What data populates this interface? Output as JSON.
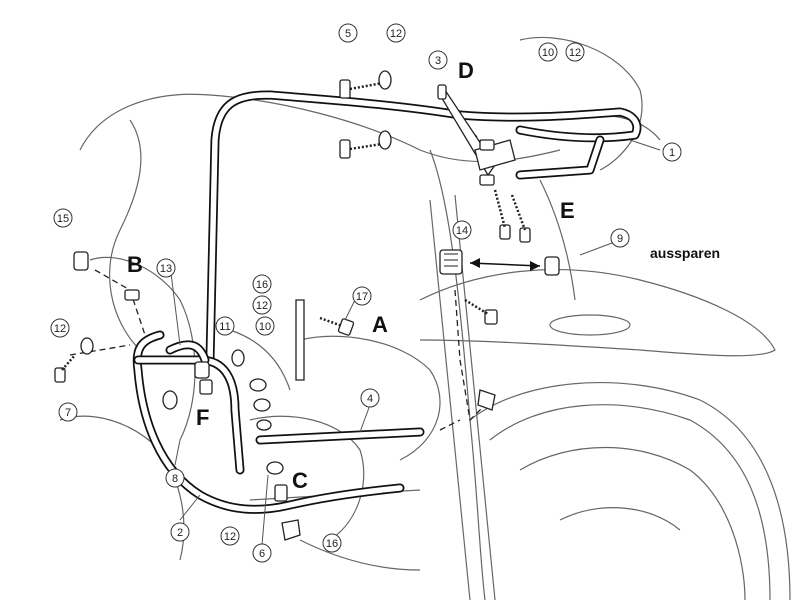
{
  "callouts": {
    "n1": "1",
    "n2": "2",
    "n3": "3",
    "n4": "4",
    "n5": "5",
    "n6": "6",
    "n7": "7",
    "n8": "8",
    "n9": "9",
    "n10": "10",
    "n11": "11",
    "n12": "12",
    "n13": "13",
    "n14": "14",
    "n15": "15",
    "n16": "16",
    "n17": "17"
  },
  "letters": {
    "a": "A",
    "b": "B",
    "c": "C",
    "d": "D",
    "e": "E",
    "f": "F"
  },
  "note": "aussparen"
}
